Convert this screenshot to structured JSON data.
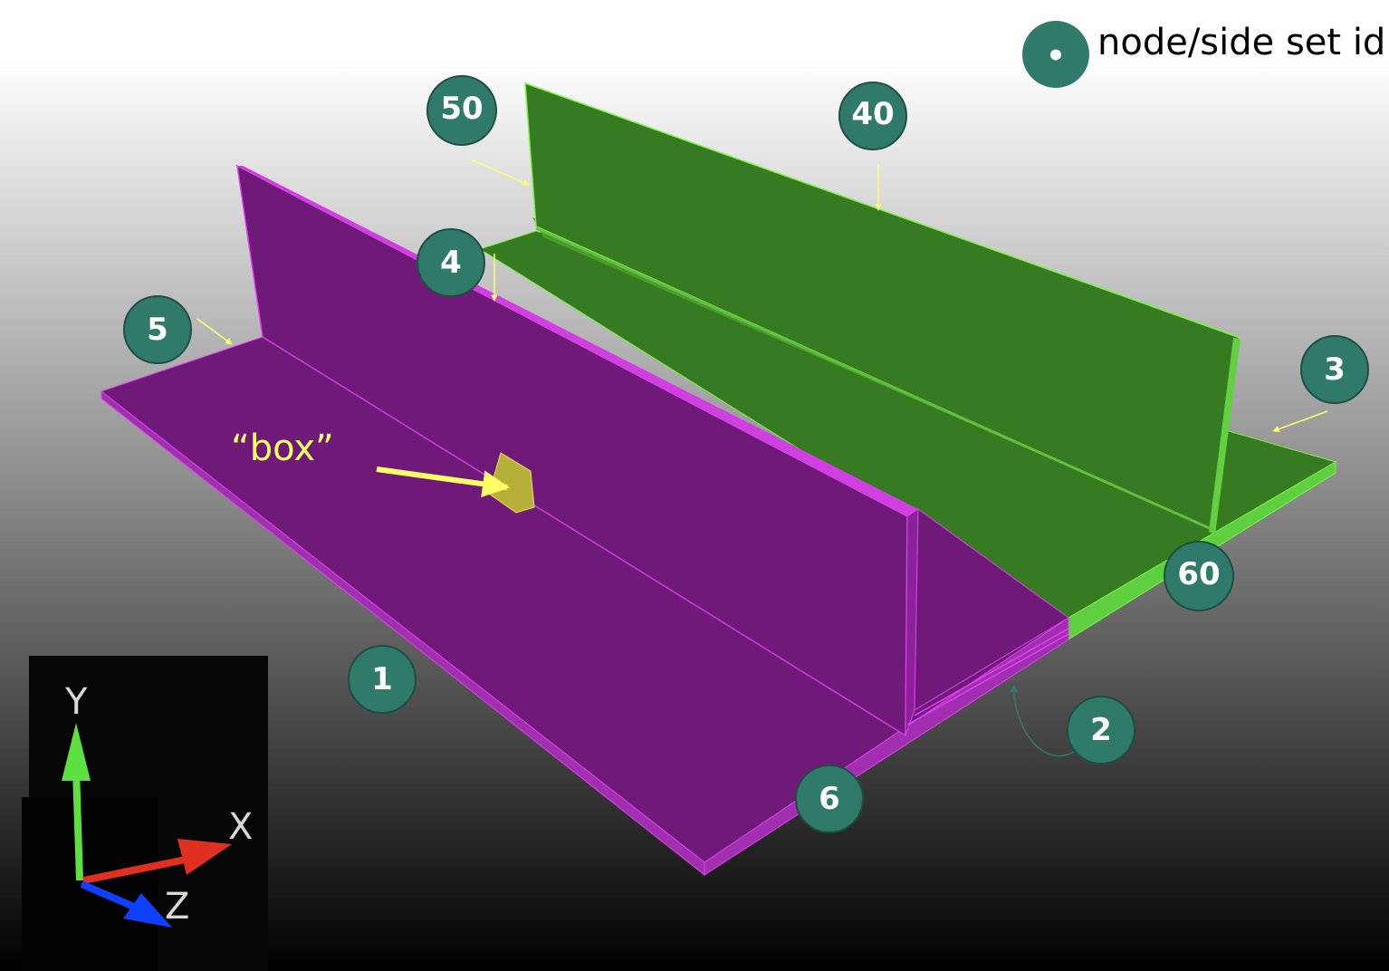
{
  "legend": {
    "label": "node/side set id",
    "dot": "•"
  },
  "annotation": {
    "label": "“box”"
  },
  "set_ids": [
    "50",
    "40",
    "4",
    "5",
    "3",
    "60",
    "1",
    "2",
    "6"
  ],
  "axes": {
    "y": "Y",
    "x": "X",
    "z": "Z"
  },
  "colors": {
    "background_top": "#ffffff",
    "background_bottom": "#000000",
    "badge": "#2f7a68",
    "purple_part": "#6f1a78",
    "purple_edge": "#e040f0",
    "green_part": "#367a22",
    "green_edge": "#7ef04a",
    "box_highlight": "#b5b03a",
    "arrow": "#ffff66",
    "axis_x": "#e03020",
    "axis_y": "#5ee040",
    "axis_z": "#1040ff"
  }
}
